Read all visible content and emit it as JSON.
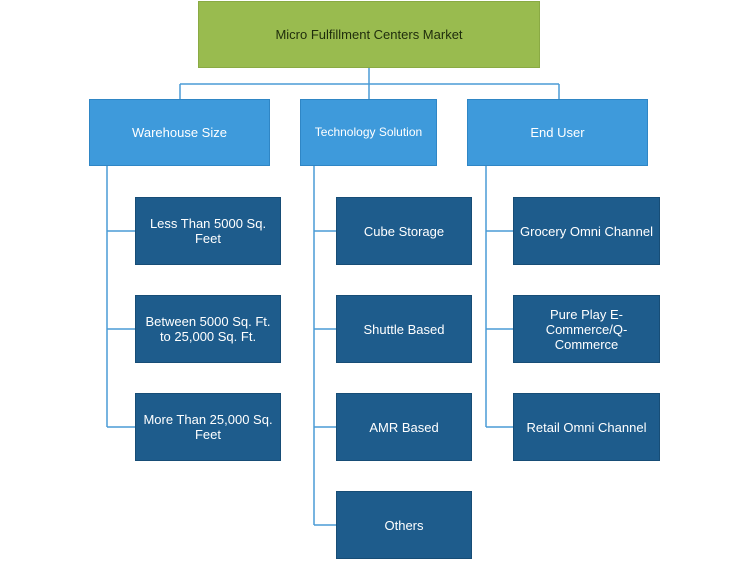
{
  "root": {
    "label": "Micro Fulfillment Centers Market"
  },
  "columns": [
    {
      "label": "Warehouse Size",
      "items": [
        "Less Than 5000 Sq. Feet",
        "Between 5000 Sq. Ft. to 25,000 Sq. Ft.",
        "More Than 25,000 Sq. Feet"
      ]
    },
    {
      "label": "Technology Solution",
      "items": [
        "Cube Storage",
        "Shuttle Based",
        "AMR Based",
        "Others"
      ]
    },
    {
      "label": "End User",
      "items": [
        "Grocery Omni Channel",
        "Pure Play E-Commerce/Q-Commerce",
        "Retail Omni Channel"
      ]
    }
  ],
  "colors": {
    "root": "#99bb4f",
    "category": "#3e9adb",
    "leaf": "#1e5c8c",
    "connector": "#4a9bd6"
  }
}
